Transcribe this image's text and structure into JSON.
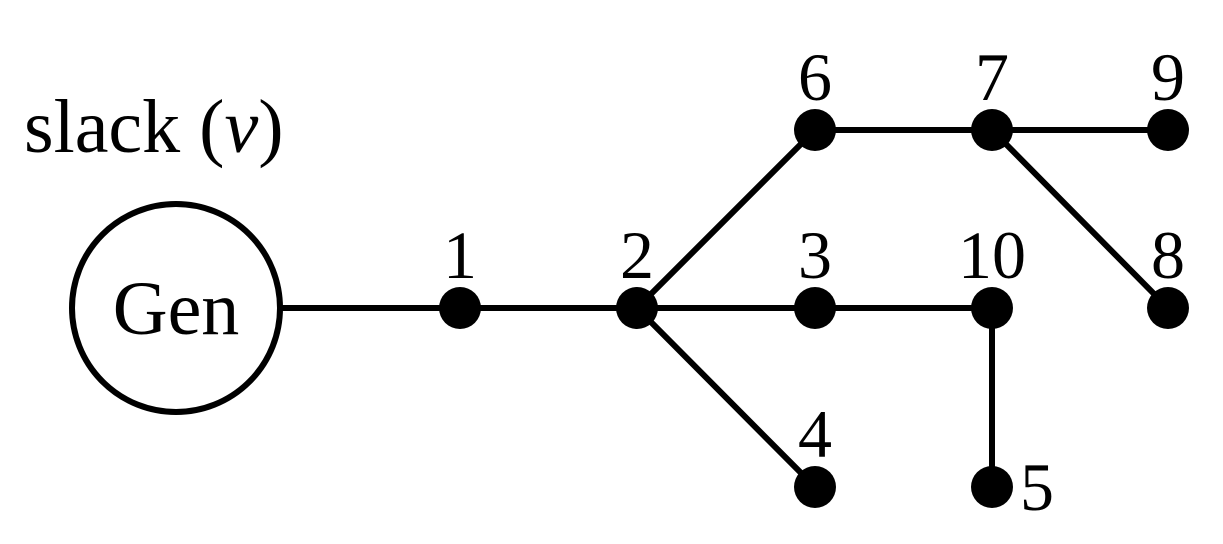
{
  "slack_label": {
    "prefix": "slack (",
    "var": "v",
    "suffix": ")"
  },
  "generator_label": "Gen",
  "nodes": [
    {
      "id": "1",
      "label": "1"
    },
    {
      "id": "2",
      "label": "2"
    },
    {
      "id": "3",
      "label": "3"
    },
    {
      "id": "4",
      "label": "4"
    },
    {
      "id": "5",
      "label": "5"
    },
    {
      "id": "6",
      "label": "6"
    },
    {
      "id": "7",
      "label": "7"
    },
    {
      "id": "8",
      "label": "8"
    },
    {
      "id": "9",
      "label": "9"
    },
    {
      "id": "10",
      "label": "10"
    }
  ],
  "edges": [
    [
      "Gen",
      "1"
    ],
    [
      "1",
      "2"
    ],
    [
      "2",
      "6"
    ],
    [
      "2",
      "3"
    ],
    [
      "2",
      "4"
    ],
    [
      "3",
      "10"
    ],
    [
      "10",
      "5"
    ],
    [
      "6",
      "7"
    ],
    [
      "7",
      "9"
    ],
    [
      "7",
      "8"
    ]
  ]
}
